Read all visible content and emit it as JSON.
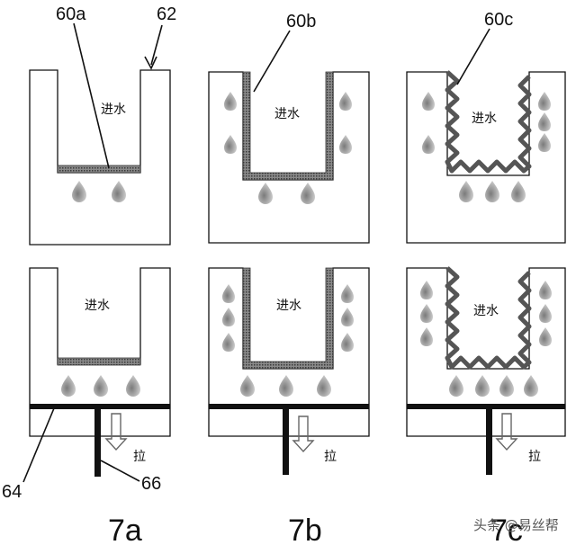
{
  "labels": {
    "ref_60a": "60a",
    "ref_62": "62",
    "ref_60b": "60b",
    "ref_60c": "60c",
    "ref_64": "64",
    "ref_66": "66"
  },
  "chinese": {
    "water_in": "进水",
    "pull": "拉"
  },
  "figures": {
    "fig_a": "7a",
    "fig_b": "7b",
    "fig_c": "7c"
  },
  "watermark": "头条 @易丝帮",
  "colors": {
    "line": "#111111",
    "membrane": "#6b6b6b",
    "droplet": "#9a9a9a"
  }
}
